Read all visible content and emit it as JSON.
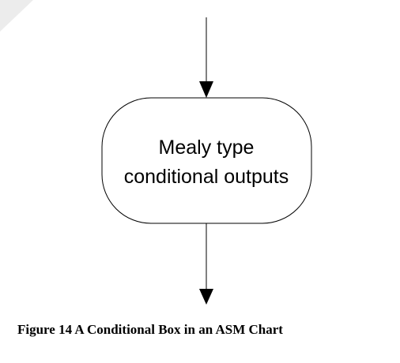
{
  "diagram": {
    "box": {
      "line1": "Mealy type",
      "line2": "conditional outputs"
    },
    "caption": "Figure 14 A Conditional Box in an ASM Chart"
  },
  "colors": {
    "stroke": "#000000",
    "corner_fade": "#e8e8e8"
  }
}
